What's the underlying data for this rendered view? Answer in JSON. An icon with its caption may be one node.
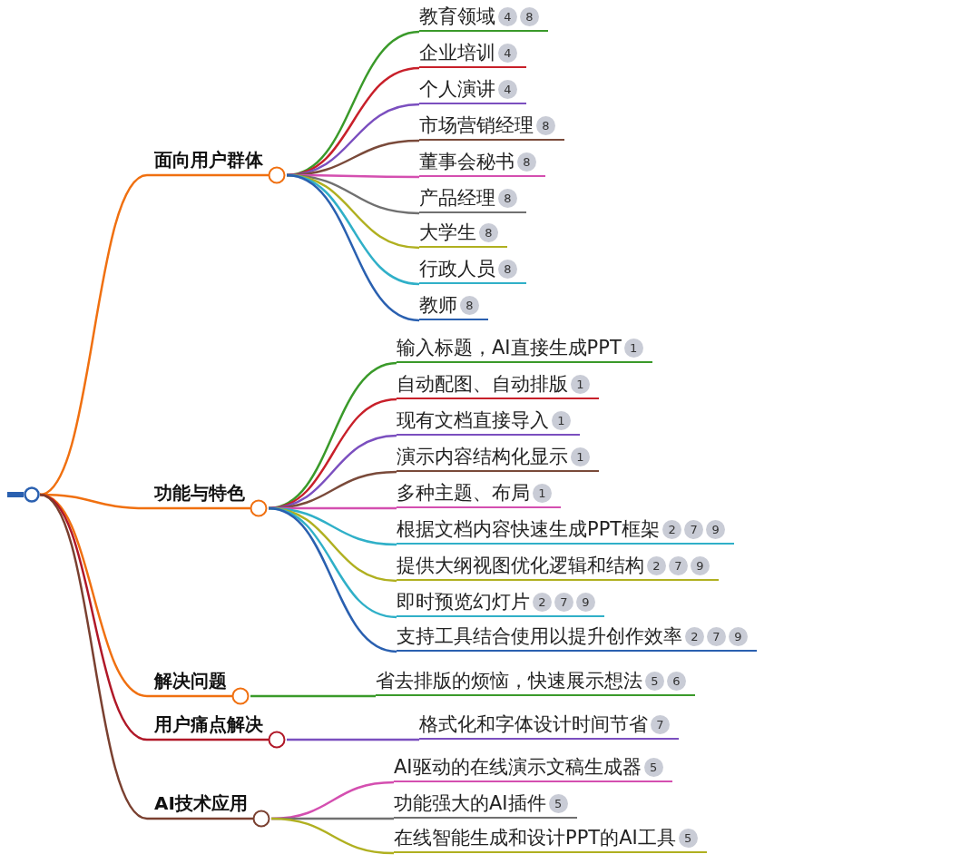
{
  "diagram": {
    "nodes": [
      {
        "text": [],
        "shape": "circle"
      },
      {
        "text": [
          "面向用户群体"
        ]
      },
      {
        "text": [
          "教育领域",
          "4",
          "8"
        ]
      },
      {
        "text": [
          "企业培训",
          "4"
        ]
      },
      {
        "text": [
          "个人演讲",
          "4"
        ]
      },
      {
        "text": [
          "市场营销经理",
          "8"
        ]
      },
      {
        "text": [
          "董事会秘书",
          "8"
        ]
      },
      {
        "text": [
          "产品经理",
          "8"
        ]
      },
      {
        "text": [
          "大学生",
          "8"
        ]
      },
      {
        "text": [
          "行政人员",
          "8"
        ]
      },
      {
        "text": [
          "教师",
          "8"
        ]
      },
      {
        "text": [
          "功能与特色"
        ]
      },
      {
        "text": [
          "输入标题，AI直接生成PPT",
          "1"
        ]
      },
      {
        "text": [
          "自动配图、自动排版",
          "1"
        ]
      },
      {
        "text": [
          "现有文档直接导入",
          "1"
        ]
      },
      {
        "text": [
          "演示内容结构化显示",
          "1"
        ]
      },
      {
        "text": [
          "多种主题、布局",
          "1"
        ]
      },
      {
        "text": [
          "根据文档内容快速生成PPT框架",
          "2",
          "7",
          "9"
        ]
      },
      {
        "text": [
          "提供大纲视图优化逻辑和结构",
          "2",
          "7",
          "9"
        ]
      },
      {
        "text": [
          "即时预览幻灯片",
          "2",
          "7",
          "9"
        ]
      },
      {
        "text": [
          "支持工具结合使用以提升创作效率",
          "2",
          "7",
          "9"
        ]
      },
      {
        "text": [
          "解决问题"
        ]
      },
      {
        "text": [
          "省去排版的烦恼，快速展示想法",
          "5",
          "6"
        ]
      },
      {
        "text": [
          "用户痛点解决"
        ]
      },
      {
        "text": [
          "格式化和字体设计时间节省",
          "7"
        ]
      },
      {
        "text": [
          "AI技术应用"
        ]
      },
      {
        "text": [
          "AI驱动的在线演示文稿生成器",
          "5"
        ]
      },
      {
        "text": [
          "功能强大的AI插件",
          "5"
        ]
      },
      {
        "text": [
          "在线智能生成和设计PPT的AI工具",
          "5"
        ]
      }
    ],
    "edges": [
      {
        "from": 0,
        "to": 1,
        "arrow": "none",
        "color": "#f07010"
      },
      {
        "from": 1,
        "to": 2,
        "arrow": "none",
        "color": "#3a9a2a"
      },
      {
        "from": 1,
        "to": 3,
        "arrow": "none",
        "color": "#c8202a"
      },
      {
        "from": 1,
        "to": 4,
        "arrow": "none",
        "color": "#7b4fbf"
      },
      {
        "from": 1,
        "to": 5,
        "arrow": "none",
        "color": "#7a4a3a"
      },
      {
        "from": 1,
        "to": 6,
        "arrow": "none",
        "color": "#d44fb0"
      },
      {
        "from": 1,
        "to": 7,
        "arrow": "none",
        "color": "#707070"
      },
      {
        "from": 1,
        "to": 8,
        "arrow": "none",
        "color": "#b0b020"
      },
      {
        "from": 1,
        "to": 9,
        "arrow": "none",
        "color": "#30b0c8"
      },
      {
        "from": 1,
        "to": 10,
        "arrow": "none",
        "color": "#2a60b0"
      },
      {
        "from": 0,
        "to": 11,
        "arrow": "none",
        "color": "#f07010"
      },
      {
        "from": 11,
        "to": 12,
        "arrow": "none",
        "color": "#3a9a2a"
      },
      {
        "from": 11,
        "to": 13,
        "arrow": "none",
        "color": "#c8202a"
      },
      {
        "from": 11,
        "to": 14,
        "arrow": "none",
        "color": "#7b4fbf"
      },
      {
        "from": 11,
        "to": 15,
        "arrow": "none",
        "color": "#7a4a3a"
      },
      {
        "from": 11,
        "to": 16,
        "arrow": "none",
        "color": "#d44fb0"
      },
      {
        "from": 11,
        "to": 17,
        "arrow": "none",
        "color": "#30b0c8"
      },
      {
        "from": 11,
        "to": 18,
        "arrow": "none",
        "color": "#b0b020"
      },
      {
        "from": 11,
        "to": 19,
        "arrow": "none",
        "color": "#30b0c8"
      },
      {
        "from": 11,
        "to": 20,
        "arrow": "none",
        "color": "#2a60b0"
      },
      {
        "from": 0,
        "to": 21,
        "arrow": "none",
        "color": "#f07010"
      },
      {
        "from": 21,
        "to": 22,
        "arrow": "none",
        "color": "#3a9a2a"
      },
      {
        "from": 0,
        "to": 23,
        "arrow": "none",
        "color": "#b01828"
      },
      {
        "from": 23,
        "to": 24,
        "arrow": "none",
        "color": "#7b4fbf"
      },
      {
        "from": 0,
        "to": 25,
        "arrow": "none",
        "color": "#7a4030"
      },
      {
        "from": 25,
        "to": 26,
        "arrow": "none",
        "color": "#d44fb0"
      },
      {
        "from": 25,
        "to": 27,
        "arrow": "none",
        "color": "#707070"
      },
      {
        "from": 25,
        "to": 28,
        "arrow": "none",
        "color": "#b0b020"
      }
    ]
  }
}
